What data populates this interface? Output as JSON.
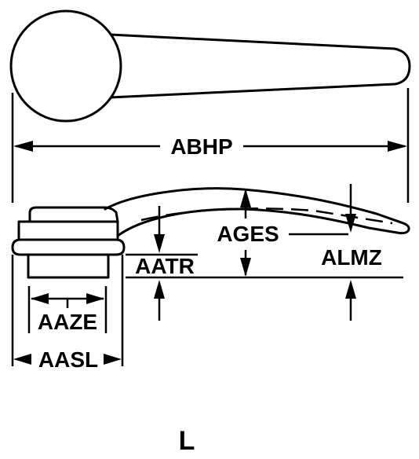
{
  "labels": {
    "overall_length": "ABHP",
    "height": "AGES",
    "hub_offset": "AATR",
    "tip_offset": "ALMZ",
    "inner_diameter": "AAZE",
    "outer_diameter": "AASL",
    "figure_letter": "L"
  },
  "colors": {
    "line": "#000000",
    "background": "#ffffff"
  }
}
